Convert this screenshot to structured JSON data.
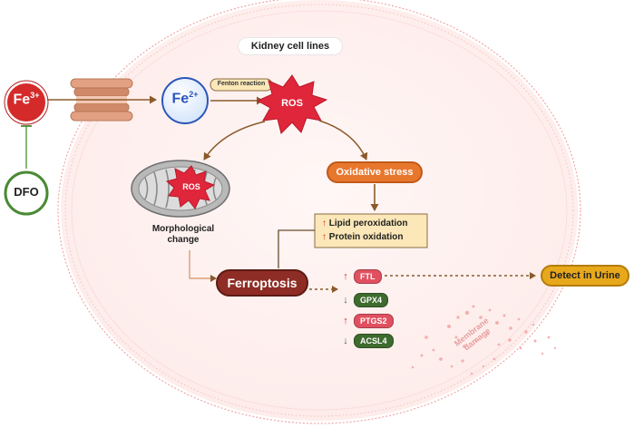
{
  "title": "Kidney cell lines",
  "ions": {
    "fe3_base": "Fe",
    "fe3_charge": "3+",
    "fe2_base": "Fe",
    "fe2_charge": "2+",
    "dfo": "DFO"
  },
  "labels": {
    "fenton": "Fenton reaction",
    "ros_main": "ROS",
    "ros_mito": "ROS",
    "morph_line1": "Morphological",
    "morph_line2": "change",
    "oxidative_stress": "Oxidative stress",
    "lipid": "Lipid peroxidation",
    "protein": "Protein oxidation",
    "ferroptosis": "Ferroptosis",
    "detect": "Detect in Urine",
    "membrane_line1": "Membrane",
    "membrane_line2": "damage"
  },
  "markers": [
    {
      "name": "FTL",
      "direction": "↑",
      "color": "#e05060"
    },
    {
      "name": "GPX4",
      "direction": "↓",
      "color": "#3e6b2e"
    },
    {
      "name": "PTGS2",
      "direction": "↑",
      "color": "#e05060"
    },
    {
      "name": "ACSL4",
      "direction": "↓",
      "color": "#3e6b2e"
    }
  ],
  "colors": {
    "fe3_red": "#d42a2a",
    "fe2_blue": "#2a55b8",
    "dfo_green": "#4a8a34",
    "ros_red": "#e0263a",
    "arrow_brown": "#8b5a2b",
    "oxidative_orange": "#e8772e",
    "ferroptosis_maroon": "#8e2d25",
    "detect_gold": "#e8a81c",
    "cell_pink": "#f3a5a5",
    "effects_box": "#fbe7b7"
  }
}
